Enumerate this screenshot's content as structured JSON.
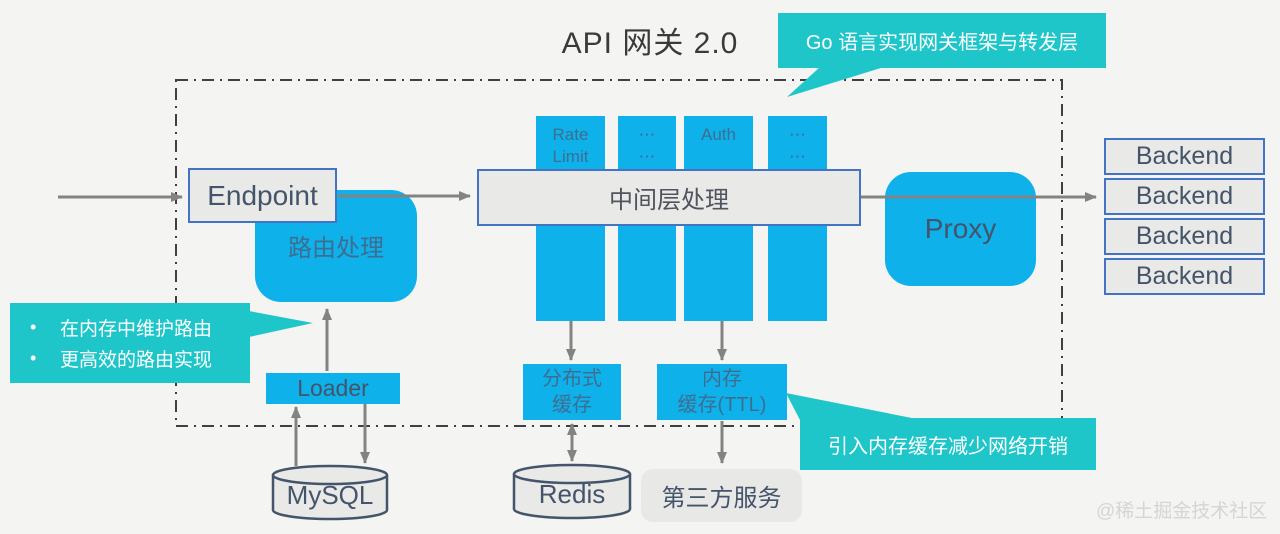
{
  "title": "API 网关 2.0",
  "callouts": {
    "top": "Go 语言实现网关框架与转发层",
    "left": {
      "bullet": "•",
      "items": [
        "在内存中维护路由",
        "更高效的路由实现"
      ]
    },
    "bottom": "引入内存缓存减少网络开销"
  },
  "gateway": {
    "endpoint": "Endpoint",
    "routing": "路由处理",
    "middleware": "中间层处理",
    "middleware_bars": [
      {
        "line1": "Rate",
        "line2": "Limit"
      },
      {
        "line1": "⋯",
        "line2": "⋯"
      },
      {
        "line1": "Auth",
        "line2": ""
      },
      {
        "line1": "⋯",
        "line2": "⋯"
      }
    ],
    "proxy": "Proxy",
    "loader": "Loader",
    "dist_cache": {
      "line1": "分布式",
      "line2": "缓存"
    },
    "mem_cache": {
      "line1": "内存",
      "line2": "缓存(TTL)"
    }
  },
  "external": {
    "backends": [
      "Backend",
      "Backend",
      "Backend",
      "Backend"
    ],
    "mysql": "MySQL",
    "redis": "Redis",
    "third_party": "第三方服务"
  },
  "watermark": "@稀土掘金技术社区",
  "colors": {
    "cyan": "#0fb1ea",
    "teal": "#1ec6ca",
    "box_gray": "#e9e9e8",
    "border_blue": "#4472c4",
    "arrow_gray": "#838383",
    "cylinder_stroke": "#44546a"
  }
}
